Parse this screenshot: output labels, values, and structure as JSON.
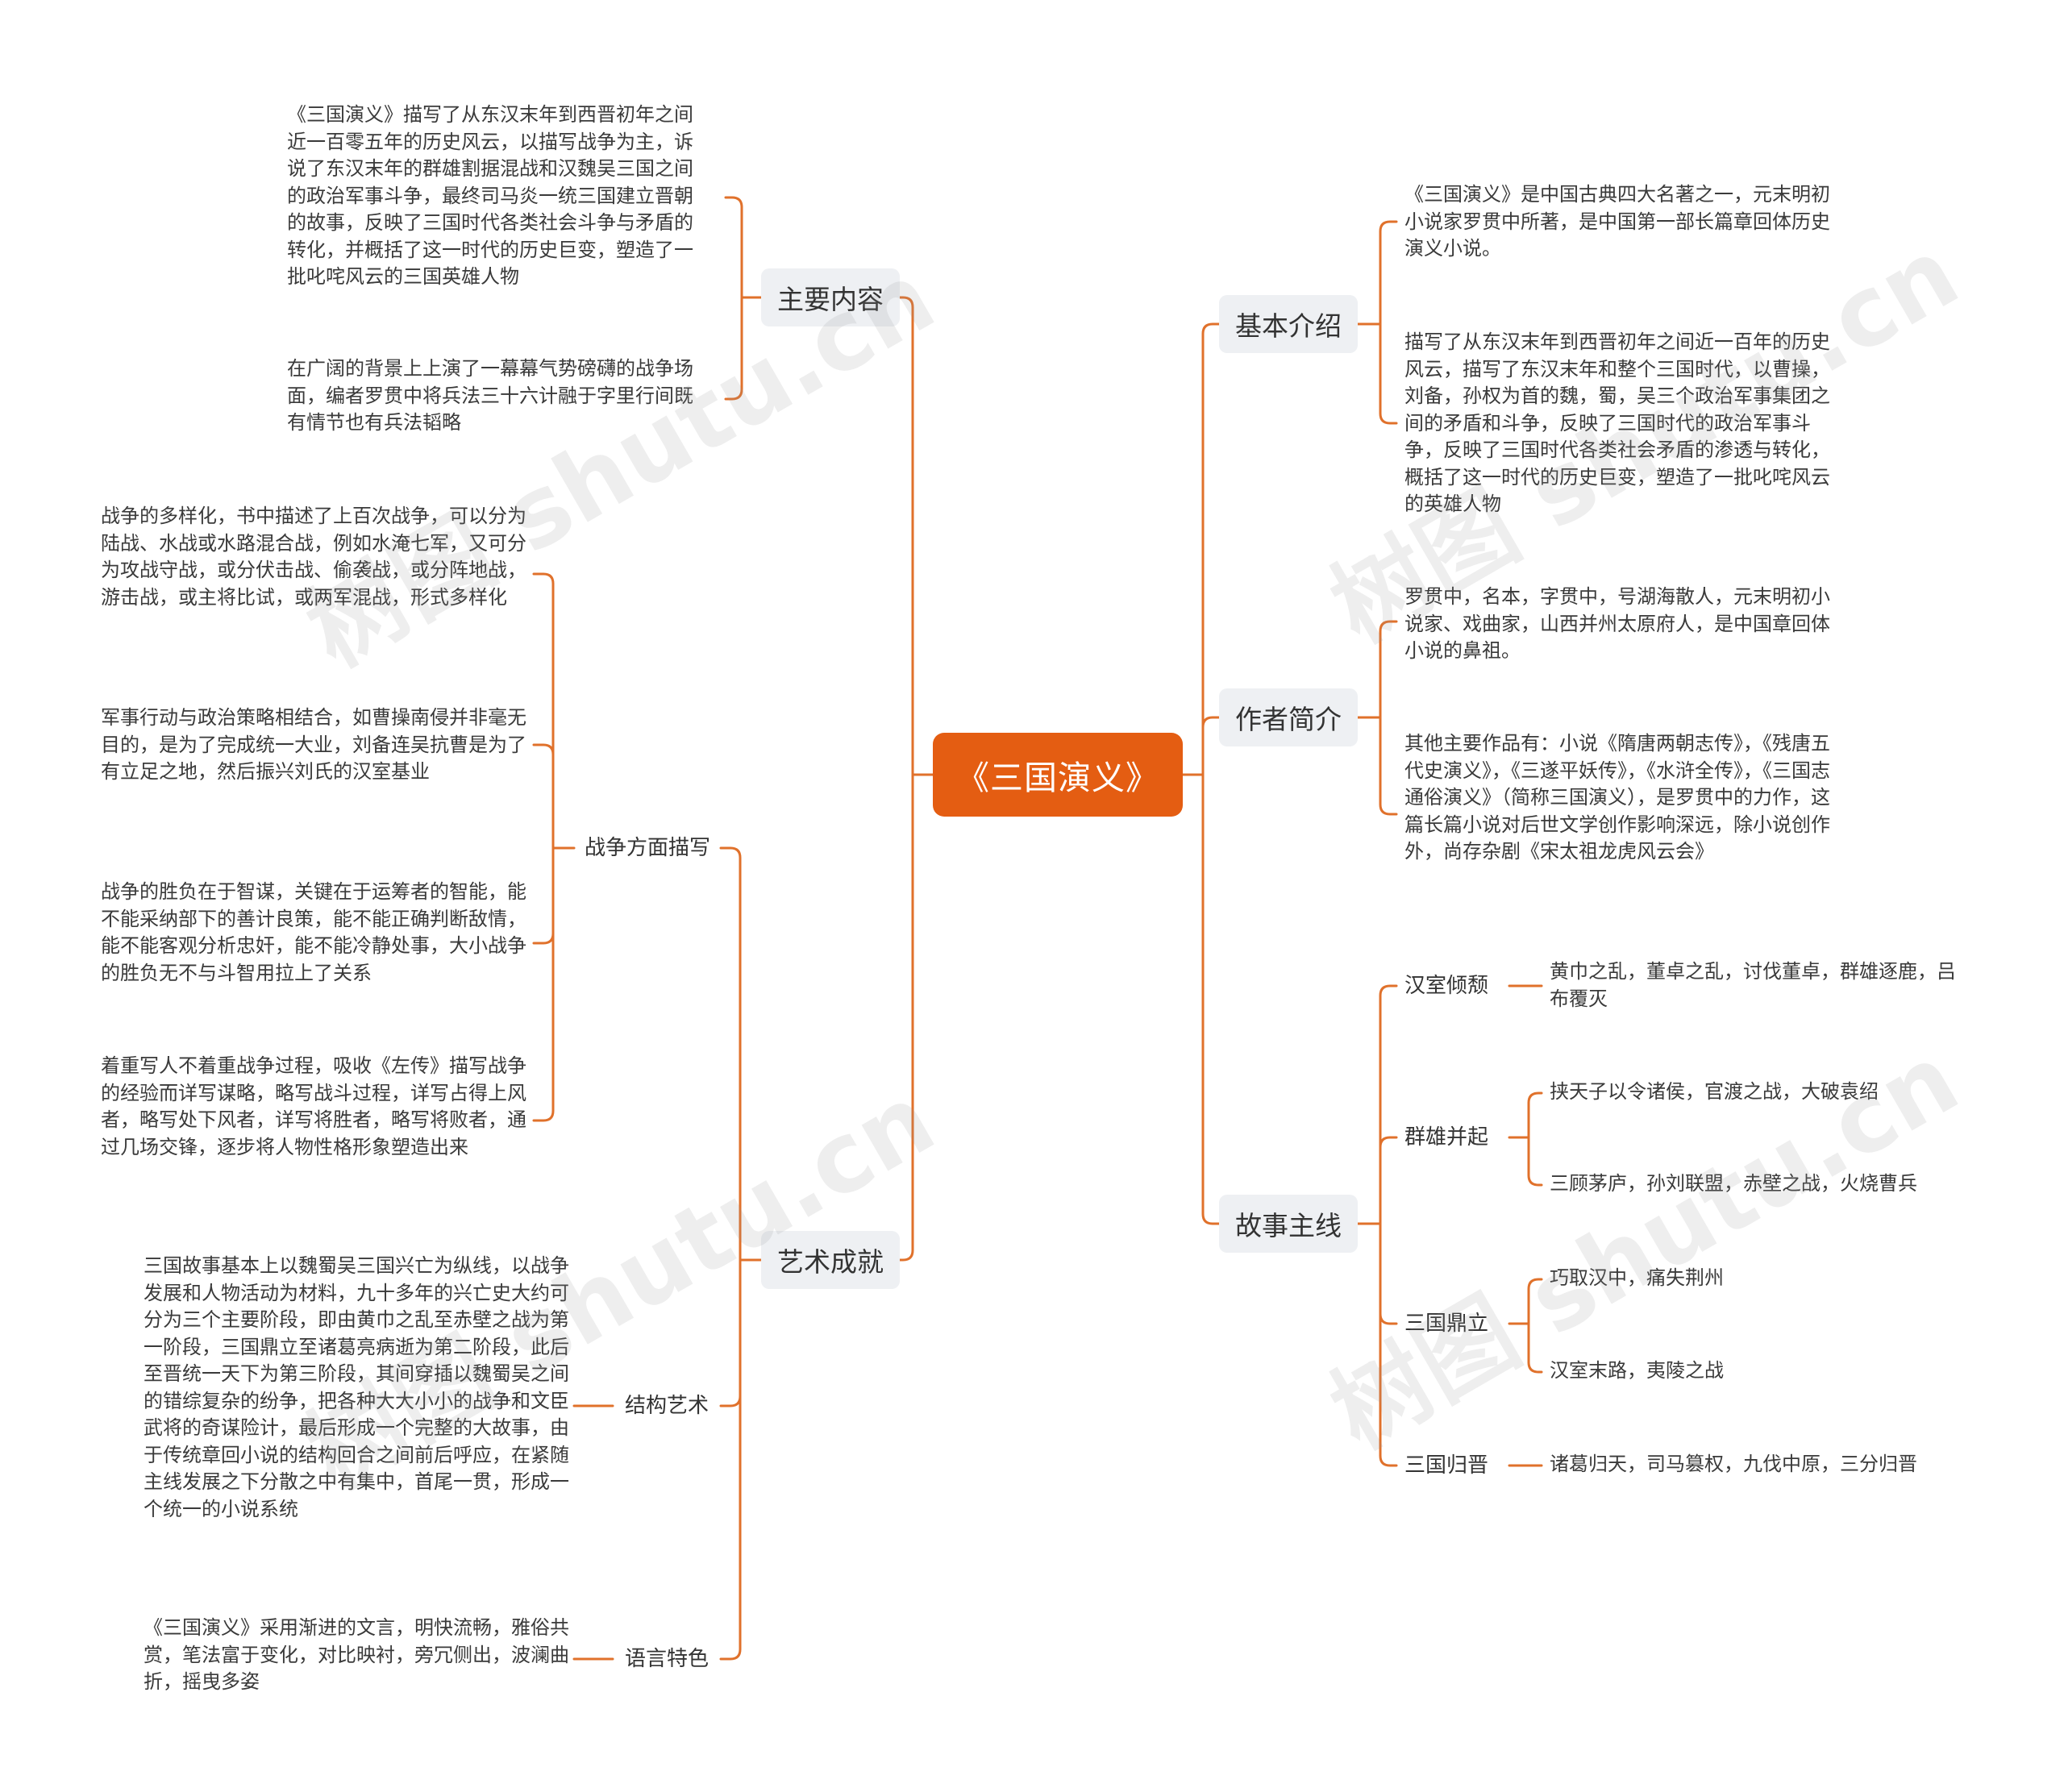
{
  "root": "《三国演义》",
  "left": {
    "main_content": {
      "label": "主要内容",
      "items": [
        "《三国演义》描写了从东汉末年到西晋初年之间近一百零五年的历史风云，以描写战争为主，诉说了东汉末年的群雄割据混战和汉魏吴三国之间的政治军事斗争，最终司马炎一统三国建立晋朝的故事，反映了三国时代各类社会斗争与矛盾的转化，并概括了这一时代的历史巨变，塑造了一批叱咤风云的三国英雄人物",
        "在广阔的背景上上演了一幕幕气势磅礴的战争场面，编者罗贯中将兵法三十六计融于字里行间既有情节也有兵法韬略"
      ]
    },
    "art": {
      "label": "艺术成就",
      "war": {
        "label": "战争方面描写",
        "items": [
          "战争的多样化，书中描述了上百次战争，可以分为陆战、水战或水路混合战，例如水淹七军，又可分为攻战守战，或分伏击战、偷袭战，或分阵地战，游击战，或主将比试，或两军混战，形式多样化",
          "军事行动与政治策略相结合，如曹操南侵并非毫无目的，是为了完成统一大业，刘备连吴抗曹是为了有立足之地，然后振兴刘氏的汉室基业",
          "战争的胜负在于智谋，关键在于运筹者的智能，能不能采纳部下的善计良策，能不能正确判断敌情，能不能客观分析忠奸，能不能冷静处事，大小战争的胜负无不与斗智用拉上了关系",
          "着重写人不着重战争过程，吸收《左传》描写战争的经验而详写谋略，略写战斗过程，详写占得上风者，略写处下风者，详写将胜者，略写将败者，通过几场交锋，逐步将人物性格形象塑造出来"
        ]
      },
      "structure": {
        "label": "结构艺术",
        "items": [
          "三国故事基本上以魏蜀吴三国兴亡为纵线，以战争发展和人物活动为材料，九十多年的兴亡史大约可分为三个主要阶段，即由黄巾之乱至赤壁之战为第一阶段，三国鼎立至诸葛亮病逝为第二阶段，此后至晋统一天下为第三阶段，其间穿插以魏蜀吴之间的错综复杂的纷争，把各种大大小小的战争和文臣武将的奇谋险计，最后形成一个完整的大故事，由于传统章回小说的结构回合之间前后呼应，在紧随主线发展之下分散之中有集中，首尾一贯，形成一个统一的小说系统"
        ]
      },
      "language": {
        "label": "语言特色",
        "items": [
          "《三国演义》采用渐进的文言，明快流畅，雅俗共赏，笔法富于变化，对比映衬，旁冗侧出，波澜曲折，摇曳多姿"
        ]
      }
    }
  },
  "right": {
    "intro": {
      "label": "基本介绍",
      "items": [
        "《三国演义》是中国古典四大名著之一，元末明初小说家罗贯中所著，是中国第一部长篇章回体历史演义小说。",
        "描写了从东汉末年到西晋初年之间近一百年的历史风云，描写了东汉末年和整个三国时代，以曹操，刘备，孙权为首的魏，蜀，吴三个政治军事集团之间的矛盾和斗争，反映了三国时代的政治军事斗争，反映了三国时代各类社会矛盾的渗透与转化，概括了这一时代的历史巨变，塑造了一批叱咤风云的英雄人物"
      ]
    },
    "author": {
      "label": "作者简介",
      "items": [
        "罗贯中，名本，字贯中，号湖海散人，元末明初小说家、戏曲家，山西并州太原府人，是中国章回体小说的鼻祖。",
        "其他主要作品有：小说《隋唐两朝志传》，《残唐五代史演义》，《三遂平妖传》，《水浒全传》，《三国志通俗演义》（简称三国演义），是罗贯中的力作，这篇长篇小说对后世文学创作影响深远，除小说创作外，尚存杂剧《宋太祖龙虎风云会》"
      ]
    },
    "story": {
      "label": "故事主线",
      "phases": [
        {
          "label": "汉室倾颓",
          "items": [
            "黄巾之乱，董卓之乱，讨伐董卓，群雄逐鹿，吕布覆灭"
          ]
        },
        {
          "label": "群雄并起",
          "items": [
            "挟天子以令诸侯，官渡之战，大破袁绍",
            "三顾茅庐，孙刘联盟，赤壁之战，火烧曹兵"
          ]
        },
        {
          "label": "三国鼎立",
          "items": [
            "巧取汉中，痛失荆州",
            "汉室末路，夷陵之战"
          ]
        },
        {
          "label": "三国归晋",
          "items": [
            "诸葛归天，司马篡权，九伐中原，三分归晋"
          ]
        }
      ]
    }
  },
  "watermark": "树图 shutu.cn",
  "colors": {
    "accent": "#e45d12",
    "line": "#e0712b",
    "branch_bg": "#eef0f3"
  }
}
